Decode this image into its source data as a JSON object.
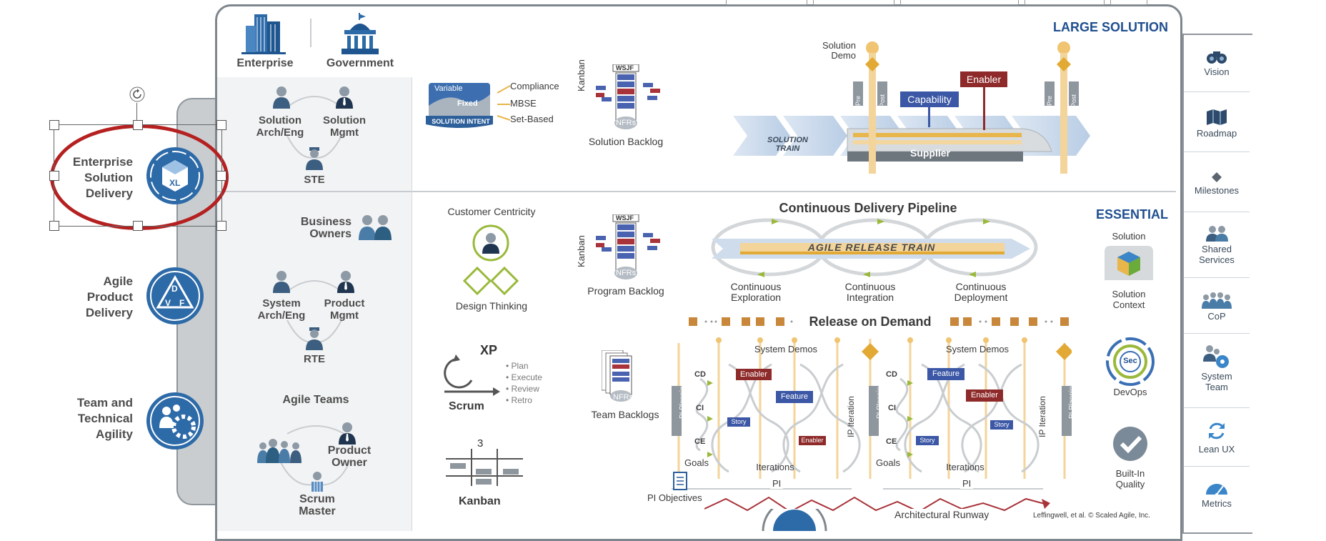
{
  "top_icons": {
    "enterprise": "Enterprise",
    "government": "Government"
  },
  "left_menu": [
    {
      "label": "Enterprise\nSolution\nDelivery",
      "icon": "xl-cube-icon"
    },
    {
      "label": "Agile\nProduct\nDelivery",
      "icon": "dvf-icon"
    },
    {
      "label": "Team and\nTechnical\nAgility",
      "icon": "team-gear-icon"
    }
  ],
  "large_solution": {
    "title": "LARGE SOLUTION",
    "roles": {
      "solution_arch": "Solution\nArch/Eng",
      "solution_mgmt": "Solution\nMgmt",
      "ste": "STE"
    },
    "intent": {
      "variable": "Variable",
      "fixed": "Fixed",
      "banner": "SOLUTION INTENT",
      "compliance": "Compliance",
      "mbse": "MBSE",
      "set_based": "Set-Based"
    },
    "kanban": "Kanban",
    "wsjf": "WSJF",
    "nfrs": "NFRs",
    "backlog": "Solution Backlog",
    "train": "SOLUTION\nTRAIN",
    "solution_demo": "Solution\nDemo",
    "capability": "Capability",
    "enabler": "Enabler",
    "supplier": "Supplier",
    "pre": "Pre",
    "post": "Post"
  },
  "essential": {
    "title": "ESSENTIAL",
    "business_owners": "Business\nOwners",
    "roles": {
      "system_arch": "System\nArch/Eng",
      "product_mgmt": "Product\nMgmt",
      "rte": "RTE"
    },
    "agile_teams": "Agile Teams",
    "product_owner": "Product\nOwner",
    "scrum_master": "Scrum\nMaster",
    "customer_centricity": "Customer Centricity",
    "design_thinking": "Design Thinking",
    "kanban": "Kanban",
    "wsjf": "WSJF",
    "nfrs": "NFRs",
    "program_backlog": "Program Backlog",
    "team_backlogs": "Team Backlogs",
    "xp": "XP",
    "scrum": "Scrum",
    "scrum_steps": [
      "• Plan",
      "• Execute",
      "• Review",
      "• Retro"
    ],
    "kanban_board": "Kanban",
    "kanban_wip": "3",
    "cdp_title": "Continuous Delivery Pipeline",
    "art": "AGILE RELEASE TRAIN",
    "cdp_steps": [
      "Continuous\nExploration",
      "Continuous\nIntegration",
      "Continuous\nDeployment"
    ],
    "release_on_demand": "Release on Demand",
    "system_demos": "System Demos",
    "enabler": "Enabler",
    "feature": "Feature",
    "story": "Story",
    "cd": "CD",
    "ci": "CI",
    "ce": "CE",
    "goals": "Goals",
    "iterations": "Iterations",
    "pi": "PI",
    "pi_planning": "PI Planning",
    "ip_iteration": "IP Iteration",
    "pi_objectives": "PI Objectives",
    "arch_runway": "Architectural Runway",
    "copyright": "Leffingwell, et al. © Scaled Agile, Inc.",
    "solution": "Solution",
    "solution_context": "Solution\nContext",
    "devops": "DevOps",
    "sec": "Sec",
    "built_in_quality": "Built-In\nQuality"
  },
  "spanning_palette": [
    "Vision",
    "Roadmap",
    "Milestones",
    "Shared\nServices",
    "CoP",
    "System\nTeam",
    "Lean UX",
    "Metrics"
  ],
  "colors": {
    "navy": "#2d5f9a",
    "blue": "#3a6fb5",
    "red_oval": "#b52020",
    "gold": "#e8b64b",
    "enabler_red": "#8e2a2a",
    "feature_blue": "#3b57a5",
    "gray_panel": "#c9cdd0"
  }
}
